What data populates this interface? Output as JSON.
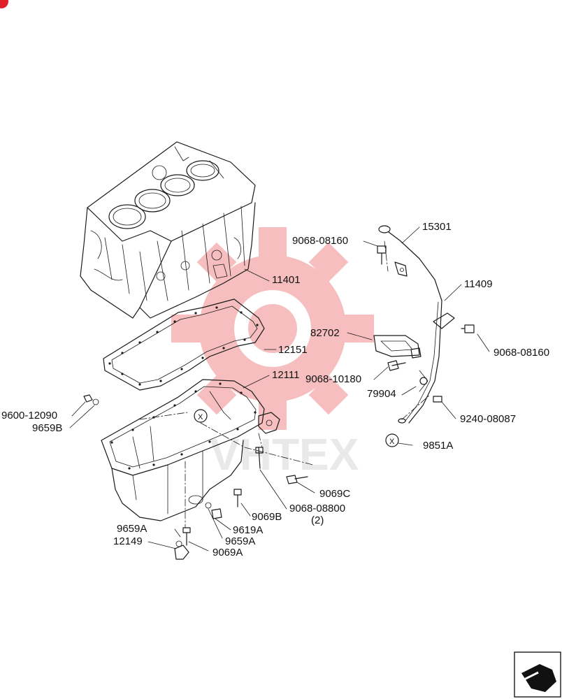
{
  "colors": {
    "watermark": "#f08a8a",
    "corner_dot": "#e0202a",
    "line": "#1a1a1a"
  },
  "watermark": {
    "text": "VHTEX"
  },
  "callouts": {
    "p11401": "11401",
    "p12151": "12151",
    "p12111": "12111",
    "p15301": "15301",
    "p11409": "11409",
    "p82702": "82702",
    "p79904": "79904",
    "p9068_08160_a": "9068-08160",
    "p9068_08160_b": "9068-08160",
    "p9068_10180": "9068-10180",
    "p9240_08087": "9240-08087",
    "p9851A": "9851A",
    "p9600_12090": "9600-12090",
    "p9659B": "9659B",
    "p9069C": "9069C",
    "p9069B": "9069B",
    "p9068_08800": "9068-08800",
    "p9068_08800_qty": "(2)",
    "p9619A": "9619A",
    "p9659A_left": "9659A",
    "p9659A_right": "9659A",
    "p12149": "12149",
    "p9069A": "9069A"
  },
  "ref_marks": {
    "x1": "X",
    "x2": "X"
  },
  "icons": {
    "corner": "red-logo-dot",
    "nav": "next-page-arrow-icon"
  }
}
